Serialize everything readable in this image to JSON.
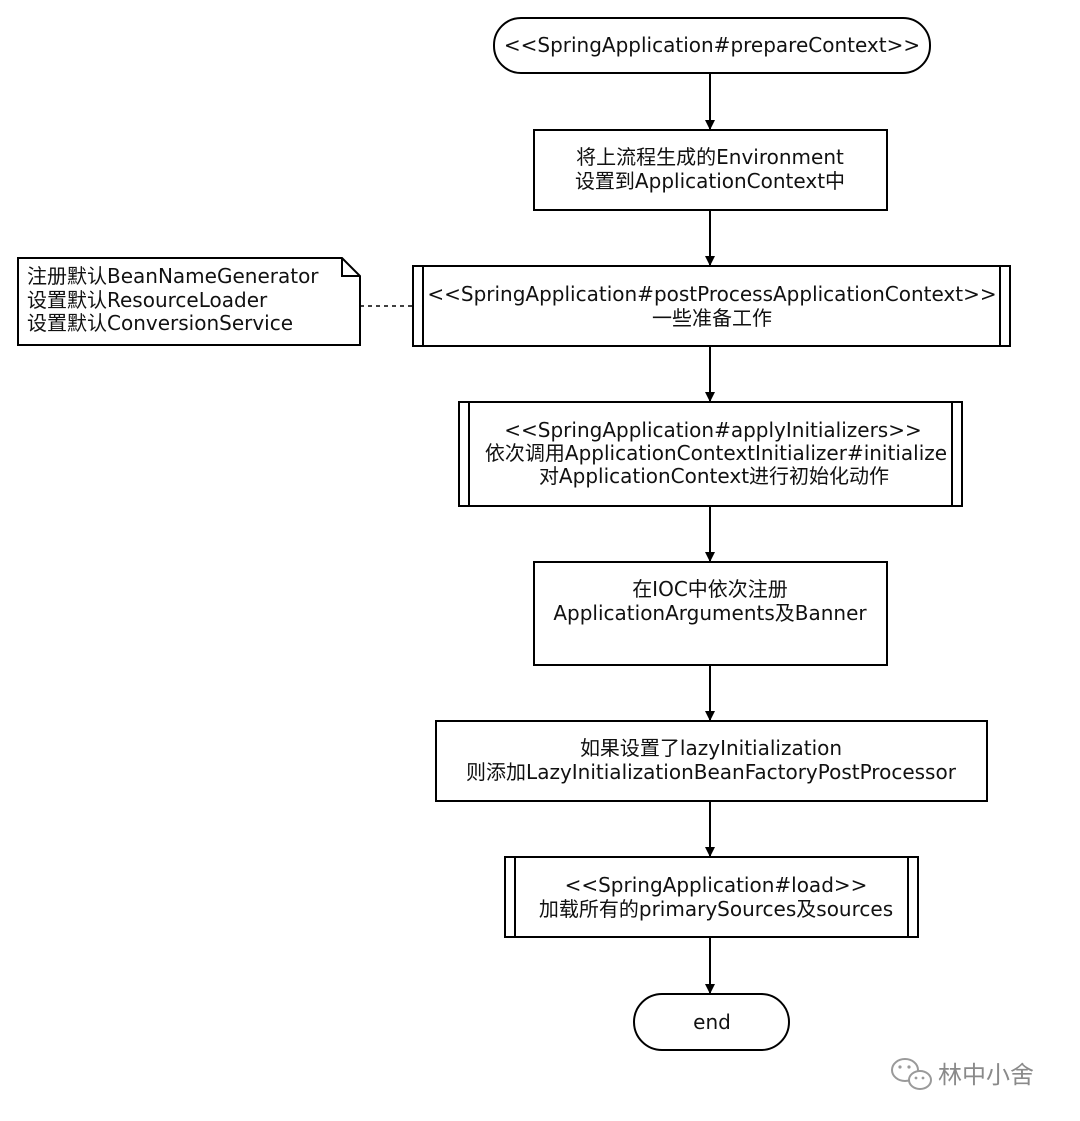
{
  "flow": {
    "start": "<<SpringApplication#prepareContext>>",
    "step_env": [
      "将上流程生成的Environment",
      "设置到ApplicationContext中"
    ],
    "step_post": [
      "<<SpringApplication#postProcessApplicationContext>>",
      "一些准备工作"
    ],
    "step_init": [
      "<<SpringApplication#applyInitializers>>",
      "依次调用ApplicationContextInitializer#initialize",
      "对ApplicationContext进行初始化动作"
    ],
    "step_ioc": [
      "在IOC中依次注册",
      "ApplicationArguments及Banner"
    ],
    "step_lazy": [
      "如果设置了lazyInitialization",
      "则添加LazyInitializationBeanFactoryPostProcessor"
    ],
    "step_load": [
      "<<SpringApplication#load>>",
      "加载所有的primarySources及sources"
    ],
    "end": "end"
  },
  "note": {
    "lines": [
      "注册默认BeanNameGenerator",
      "设置默认ResourceLoader",
      "设置默认ConversionService"
    ]
  },
  "watermark": {
    "text": "林中小舍",
    "icon": "wechat-icon"
  }
}
